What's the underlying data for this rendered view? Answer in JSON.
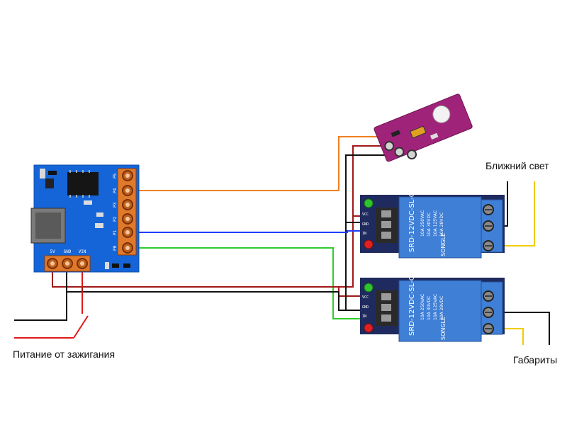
{
  "labels": {
    "low_beam": "Ближний свет",
    "ignition_power": "Питание от зажигания",
    "parking_lights": "Габариты"
  },
  "controller": {
    "pin_labels": [
      "P5",
      "P4",
      "P3",
      "P2",
      "P1",
      "P0"
    ],
    "power_pins": [
      "5V",
      "GND",
      "VIN"
    ]
  },
  "relay_module": {
    "model": "SRD-12VDC-SL-C",
    "ratings": [
      "10A 250VAC",
      "10A 30VDC",
      "10A 125VAC",
      "10A 28VDC"
    ],
    "brand": "SONGLE",
    "pins": [
      "VCC",
      "GND",
      "IN"
    ]
  },
  "colors": {
    "wire_orange": "#f08020",
    "wire_blue": "#1e3cff",
    "wire_green": "#2ecc2e",
    "wire_red": "#a01818",
    "wire_black": "#111111",
    "wire_yellow": "#f2cc00",
    "board_blue": "#1565d8",
    "sensor_purple": "#a0237a",
    "relay_blue": "#3f7fd6"
  }
}
